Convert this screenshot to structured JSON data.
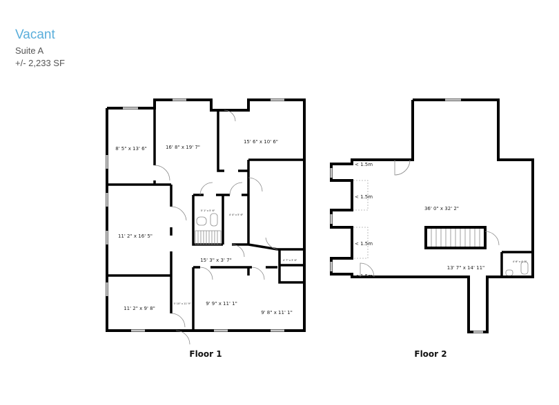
{
  "header": {
    "title": "Vacant",
    "suite": "Suite A",
    "area": "+/- 2,233 SF",
    "accent_color": "#5aaedb"
  },
  "floor1": {
    "label": "Floor 1",
    "rooms": [
      "8' 5\" x 13' 6\"",
      "16' 8\" x 19' 7\"",
      "15' 6\" x 10' 6\"",
      "5' 1\" x 5' 6\"",
      "4' 4\" x 5' 6\"",
      "11' 2\" x 16' 5\"",
      "15' 3\" x 3' 7\"",
      "4' 7\" x 3' 6\"",
      "11' 2\" x 9' 8\"",
      "5' 10\" x 11' 9\"",
      "9' 9\" x 11' 1\"",
      "9' 8\" x 11' 1\""
    ]
  },
  "floor2": {
    "label": "Floor 2",
    "rooms": [
      "36' 0\" x 32' 2\"",
      "13' 7\" x 14' 11\"",
      "4' 6\" x 4' 3\""
    ],
    "bays": [
      "< 1.5m",
      "< 1.5m",
      "< 1.5m",
      "< 1.5m"
    ]
  }
}
